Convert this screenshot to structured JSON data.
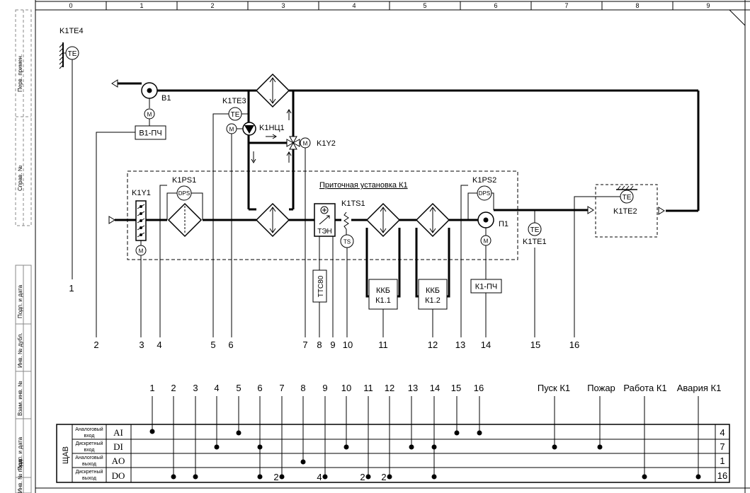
{
  "column_numbers": [
    "0",
    "1",
    "2",
    "3",
    "4",
    "5",
    "6",
    "7",
    "8",
    "9"
  ],
  "side_stamp": {
    "top": [
      "Перв. примен.",
      "Справ. №"
    ],
    "bottom": [
      "Подп. и дата",
      "Инв. № дубл.",
      "Взам. инв. №",
      "Подп. и дата",
      "Инв. № подл."
    ]
  },
  "labels": {
    "te4": "K1TE4",
    "b1": "B1",
    "b1_vfd": "B1-ПЧ",
    "te3": "K1TE3",
    "pump": "K1НЦ1",
    "y2": "K1Y2",
    "unit_title": "Приточная установка К1",
    "y1": "K1Y1",
    "ps1": "K1PS1",
    "ps2": "K1PS2",
    "ts1": "K1TS1",
    "heater": "ТЭН",
    "ttc": "ТТС80",
    "kkb1_a": "ККБ",
    "kkb1_b": "К1.1",
    "kkb2_a": "ККБ",
    "kkb2_b": "К1.2",
    "p1": "П1",
    "p1_vfd": "К1-ПЧ",
    "te1": "K1TE1",
    "te2": "K1TE2"
  },
  "symbols": {
    "te": "TE",
    "dps": "DPS",
    "motor": "M",
    "ts": "TS"
  },
  "line_numbers": [
    "1",
    "2",
    "3",
    "4",
    "5",
    "6",
    "7",
    "8",
    "9",
    "10",
    "11",
    "12",
    "13",
    "14",
    "15",
    "16"
  ],
  "io_numbers": [
    "1",
    "2",
    "3",
    "4",
    "5",
    "6",
    "7",
    "8",
    "9",
    "10",
    "11",
    "12",
    "13",
    "14",
    "15",
    "16"
  ],
  "io_signals": [
    "Пуск К1",
    "Пожар",
    "Работа К1",
    "Авария К1"
  ],
  "table": {
    "cabinet": "ЩАВ",
    "rows": [
      {
        "desc1": "Аналоговый",
        "desc2": "вход",
        "code": "AI",
        "total": "4"
      },
      {
        "desc1": "Дискретный",
        "desc2": "вход",
        "code": "DI",
        "total": "7"
      },
      {
        "desc1": "Аналоговый",
        "desc2": "выход",
        "code": "AO",
        "total": "1"
      },
      {
        "desc1": "Дискретный",
        "desc2": "выход",
        "code": "DO",
        "total": "16"
      }
    ],
    "multipliers": [
      "2",
      "4",
      "2",
      "2"
    ]
  }
}
